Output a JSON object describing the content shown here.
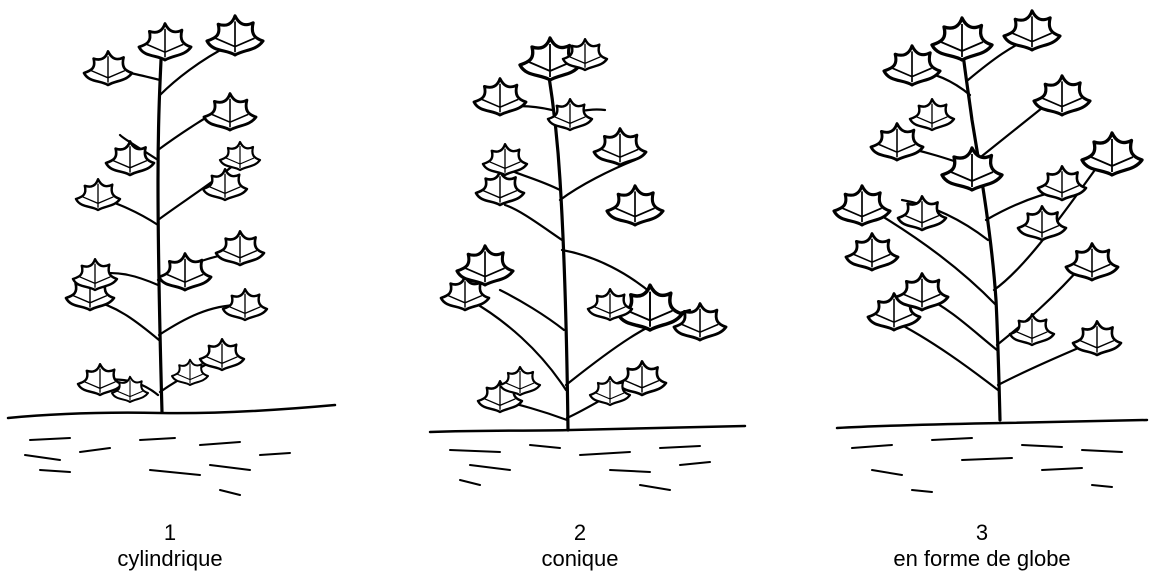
{
  "figures": [
    {
      "number": "1",
      "label": "cylindrique"
    },
    {
      "number": "2",
      "label": "conique"
    },
    {
      "number": "3",
      "label": "en forme de globe"
    }
  ],
  "style": {
    "ink_color": "#000000",
    "background": "#ffffff"
  }
}
